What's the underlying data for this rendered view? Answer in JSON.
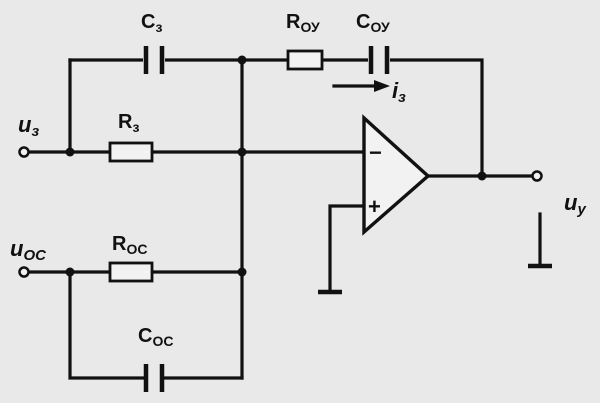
{
  "diagram": {
    "background_text": [
      "",
      "",
      "",
      "",
      "",
      "",
      "",
      "",
      "",
      "",
      "",
      "",
      "",
      "",
      "",
      ""
    ],
    "labels": {
      "cz_main": "C",
      "cz_sub": "з",
      "roy_main": "R",
      "roy_sub": "ОУ",
      "coy_main": "C",
      "coy_sub": "ОУ",
      "i_main": "i",
      "i_sub": "з",
      "uz_main": "u",
      "uz_sub": "з",
      "rz_main": "R",
      "rz_sub": "з",
      "uoc_main": "u",
      "uoc_sub": "ОС",
      "roc_main": "R",
      "roc_sub": "ОС",
      "coc_main": "C",
      "coc_sub": "ОС",
      "uy_main": "u",
      "uy_sub": "у",
      "minus": "−",
      "plus": "+"
    }
  }
}
